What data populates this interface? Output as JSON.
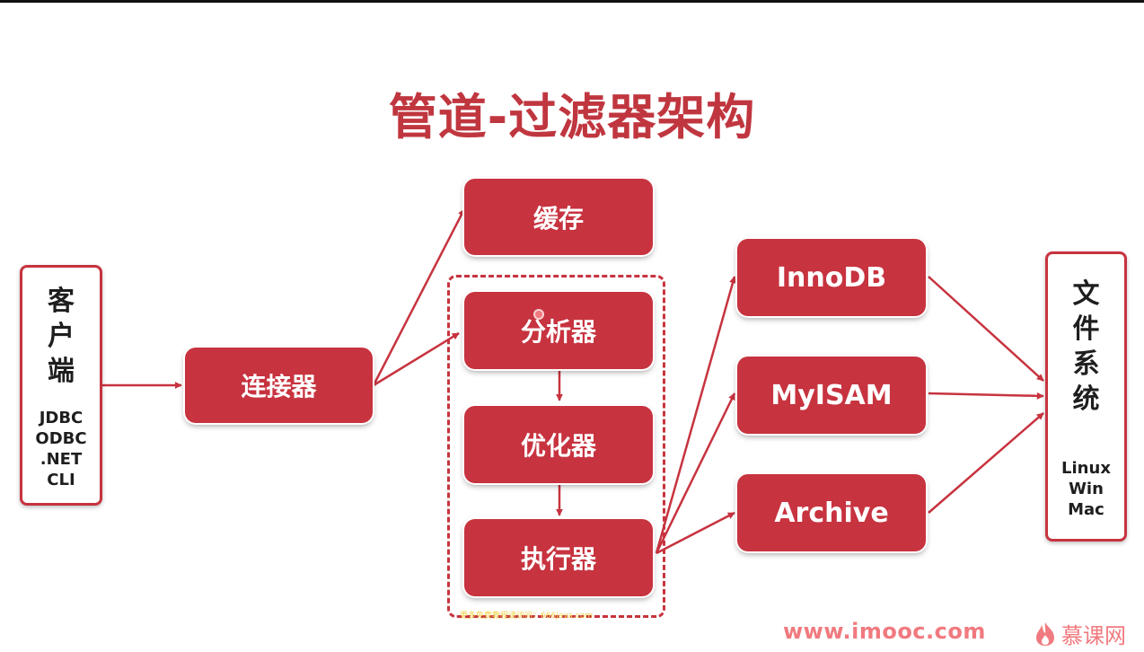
{
  "title": "管道-过滤器架构",
  "client": {
    "title_chars": [
      "客",
      "户",
      "端"
    ],
    "items": [
      "JDBC",
      "ODBC",
      ".NET",
      "CLI"
    ]
  },
  "connector": "连接器",
  "cache": "缓存",
  "pipeline": {
    "analyzer": "分析器",
    "optimizer": "优化器",
    "executor": "执行器"
  },
  "engines": {
    "innodb": "InnoDB",
    "myisam": "MyISAM",
    "archive": "Archive"
  },
  "filesystem": {
    "title_chars": [
      "文",
      "件",
      "系",
      "统"
    ],
    "items": [
      "Linux",
      "Win",
      "Mac"
    ]
  },
  "watermark_text": "更多免费教程请访问：666java.com",
  "footer": {
    "site": "www.imooc.com",
    "brand": "慕课网"
  },
  "colors": {
    "accent": "#c7333f",
    "title": "#c0363f",
    "footer": "#f07a7f"
  }
}
